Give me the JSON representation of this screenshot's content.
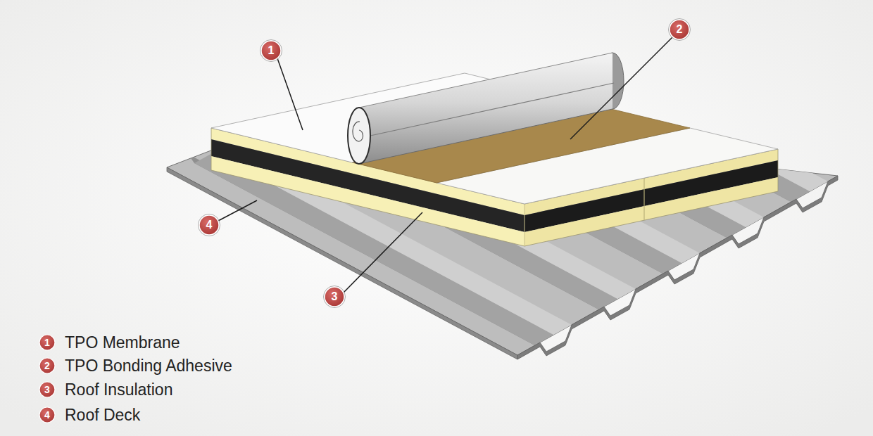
{
  "diagram": {
    "labels": [
      "1",
      "2",
      "3",
      "4",
      "1",
      "2",
      "3",
      "4"
    ],
    "legend": [
      {
        "text": "TPO Membrane"
      },
      {
        "text": "TPO Bonding Adhesive"
      },
      {
        "text": "Roof Insulation"
      },
      {
        "text": "Roof Deck"
      }
    ]
  }
}
